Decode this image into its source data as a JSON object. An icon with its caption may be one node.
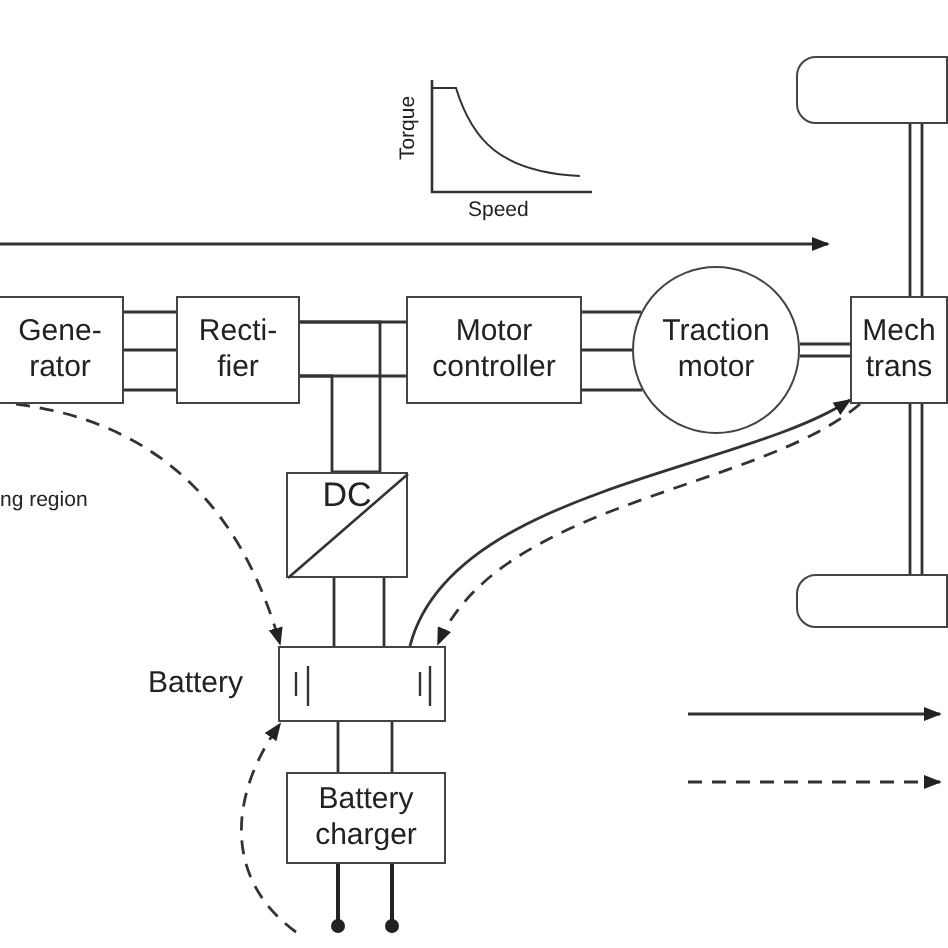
{
  "diagram": {
    "nodes": [
      {
        "text": [
          "Gene- rator"
        ]
      },
      {
        "text": [
          "Recti- fier"
        ]
      },
      {
        "text": [
          "Motor controller"
        ]
      },
      {
        "text": [
          "Traction motor"
        ]
      },
      {
        "text": [
          "Mech trans"
        ]
      },
      {
        "text": [
          "DC"
        ]
      },
      {
        "text": [
          "Battery"
        ]
      },
      {
        "text": [
          "Battery charger"
        ]
      },
      {
        "text": [],
        "shape": "bar"
      },
      {
        "text": [],
        "shape": "bar"
      }
    ],
    "edges": [
      {
        "from": 0,
        "to": 1,
        "arrow": "none"
      },
      {
        "from": 1,
        "to": 2,
        "arrow": "none"
      },
      {
        "from": 1,
        "to": 5,
        "arrow": "none"
      },
      {
        "from": 2,
        "to": 3,
        "arrow": "none"
      },
      {
        "from": 3,
        "to": 4,
        "arrow": "none"
      },
      {
        "from": 5,
        "to": 6,
        "arrow": "none"
      },
      {
        "from": 6,
        "to": 7,
        "arrow": "none"
      },
      {
        "from": 4,
        "to": 8,
        "arrow": "none"
      },
      {
        "from": 4,
        "to": 9,
        "arrow": "none"
      },
      {
        "from": 0,
        "to": 6,
        "arrow": "to",
        "style": "dashed"
      },
      {
        "from": 6,
        "to": 4,
        "arrow": "to"
      },
      {
        "from": 4,
        "to": 6,
        "arrow": "to",
        "style": "dashed"
      },
      {
        "from": null,
        "to": 6,
        "arrow": "to",
        "style": "dashed"
      }
    ],
    "labels": [
      "Torque",
      "Speed",
      "ng region"
    ]
  }
}
